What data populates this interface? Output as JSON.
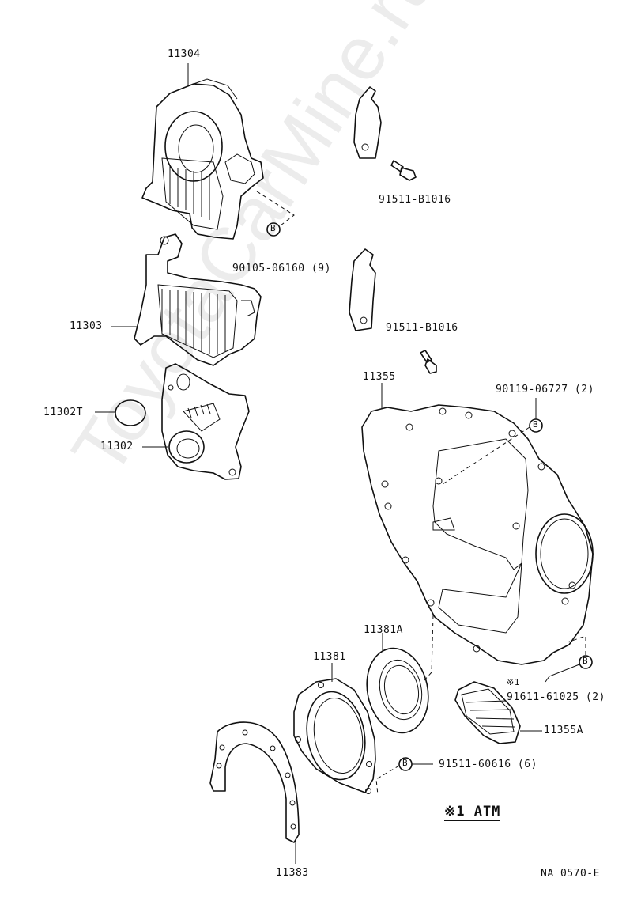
{
  "diagram": {
    "part_labels": {
      "p11304": "11304",
      "p11303": "11303",
      "p11302T": "11302T",
      "p11302": "11302",
      "p11355": "11355",
      "p11381A": "11381A",
      "p11381": "11381",
      "p11383": "11383",
      "p11355A": "11355A"
    },
    "fastener_labels": {
      "bolt_upper": "91511-B1016",
      "bolt_lower": "91511-B1016",
      "screw_b_cover": "90105-06160 (9)",
      "pin_90119": "90119-06727 (2)",
      "bolt_91611": "91611-61025 (2)",
      "bolt_91511_60616": "91511-60616 (6)"
    },
    "markers": {
      "b_circle": "B",
      "note_star": "※1"
    },
    "atm_note": "※1 ATM",
    "ref_code": "NA 0570-E",
    "watermark": "ToyotaCarMine.ru"
  }
}
